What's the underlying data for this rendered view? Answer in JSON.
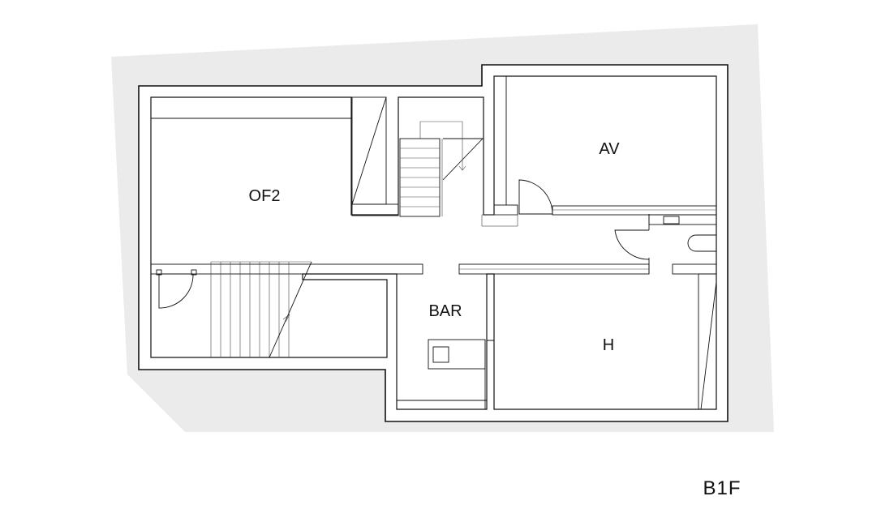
{
  "plan": {
    "floor": "B1F",
    "rooms": {
      "of2": "OF2",
      "av": "AV",
      "bar": "BAR",
      "h": "H"
    },
    "colors": {
      "site": "#ebebeb",
      "wall": "#111111",
      "interior": "#ffffff"
    }
  }
}
